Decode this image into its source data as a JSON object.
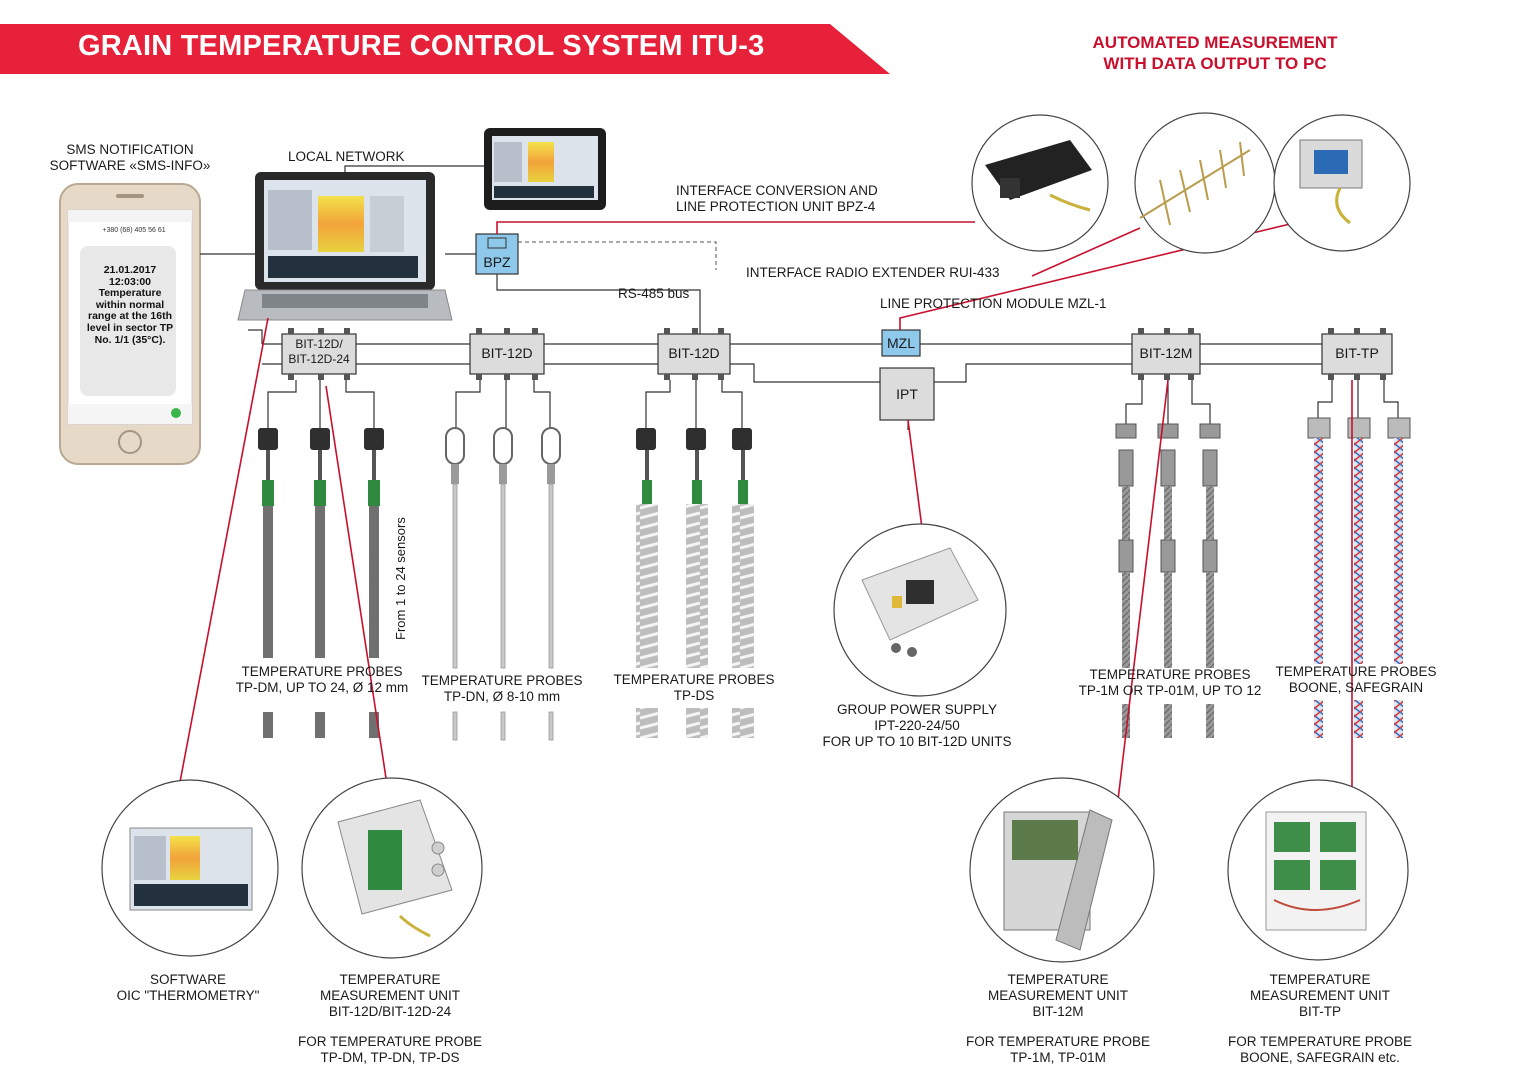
{
  "header": {
    "title": "GRAIN TEMPERATURE CONTROL SYSTEM ITU-3",
    "subtitle_line1": "AUTOMATED MEASUREMENT",
    "subtitle_line2": "WITH DATA OUTPUT TO PC"
  },
  "colors": {
    "accent": "#e8213a",
    "link_line": "#c8102e",
    "box_blue": "#8ec8ea",
    "box_gray": "#e4e4e4"
  },
  "phone": {
    "caption_line1": "SMS NOTIFICATION",
    "caption_line2": "SOFTWARE «SMS-INFO»",
    "number": "+380 (68) 405 56 61",
    "message": "21.01.2017 12:03:00 Temperature within normal range at the 16th level in sector TP No. 1/1 (35°C)."
  },
  "network": {
    "local_network": "LOCAL NETWORK",
    "rs485": "RS-485 bus",
    "bpz_caption_line1": "INTERFACE CONVERSION AND",
    "bpz_caption_line2": "LINE PROTECTION UNIT BPZ-4",
    "rui_caption": "INTERFACE RADIO EXTENDER RUI-433",
    "mzl_caption": "LINE PROTECTION MODULE MZL-1"
  },
  "boxes": {
    "bpz": "BPZ",
    "mzl": "MZL",
    "ipt": "IPT",
    "bit12d24_line1": "BIT-12D/",
    "bit12d24_line2": "BIT-12D-24",
    "bit12d_a": "BIT-12D",
    "bit12d_b": "BIT-12D",
    "bit12m": "BIT-12M",
    "bittp": "BIT-TP"
  },
  "probes": {
    "tpdm_line1": "TEMPERATURE PROBES",
    "tpdm_line2": "TP-DM, UP TO 24, Ø 12 mm",
    "tpdm_sensors": "From 1 to 24 sensors",
    "tpdn_line1": "TEMPERATURE PROBES",
    "tpdn_line2": "TP-DN, Ø 8-10 mm",
    "tpds_line1": "TEMPERATURE PROBES",
    "tpds_line2": "TP-DS",
    "tp1m_line1": "TEMPERATURE PROBES",
    "tp1m_line2": "TP-1M OR TP-01M, UP TO 12",
    "boone_line1": "TEMPERATURE PROBES",
    "boone_line2": "BOONE, SAFEGRAIN"
  },
  "power": {
    "line1": "GROUP POWER SUPPLY",
    "line2": "IPT-220-24/50",
    "line3": "FOR UP TO 10 BIT-12D UNITS"
  },
  "bottom": {
    "software_line1": "SOFTWARE",
    "software_line2": "OIC \"THERMOMETRY\"",
    "bit12d_unit_line1": "TEMPERATURE",
    "bit12d_unit_line2": "MEASUREMENT UNIT",
    "bit12d_unit_line3": "BIT-12D/BIT-12D-24",
    "bit12d_for_line1": "FOR TEMPERATURE PROBE",
    "bit12d_for_line2": "TP-DM, TP-DN, TP-DS",
    "bit12m_unit_line1": "TEMPERATURE",
    "bit12m_unit_line2": "MEASUREMENT UNIT",
    "bit12m_unit_line3": "BIT-12M",
    "bit12m_for_line1": "FOR TEMPERATURE PROBE",
    "bit12m_for_line2": "TP-1M, TP-01M",
    "bittp_unit_line1": "TEMPERATURE",
    "bittp_unit_line2": "MEASUREMENT UNIT",
    "bittp_unit_line3": "BIT-TP",
    "bittp_for_line1": "FOR TEMPERATURE PROBE",
    "bittp_for_line2": "BOONE, SAFEGRAIN etc."
  }
}
